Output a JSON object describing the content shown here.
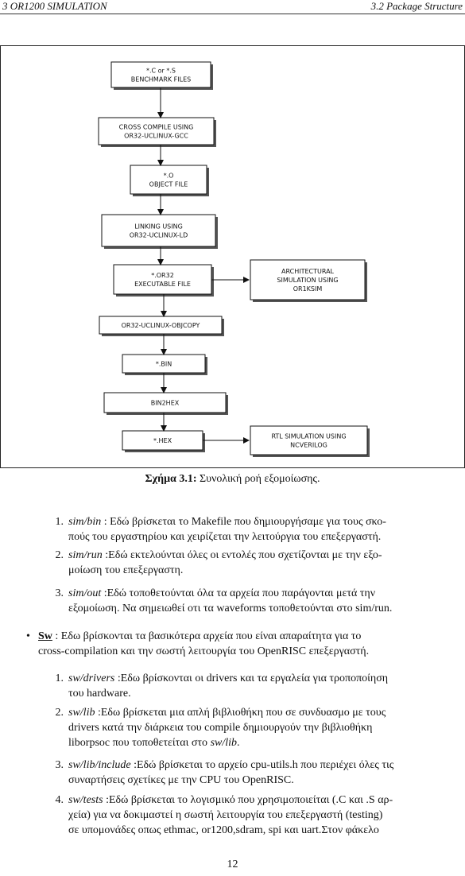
{
  "header": {
    "left": "3    OR1200 SIMULATION",
    "right": "3.2    Package Structure"
  },
  "figure": {
    "boxes": [
      {
        "id": "bench",
        "lines": [
          "*.C or *.S",
          "BENCHMARK FILES"
        ]
      },
      {
        "id": "cross",
        "lines": [
          "CROSS COMPILE USING",
          "OR32-UCLINUX-GCC"
        ]
      },
      {
        "id": "obj",
        "lines": [
          "*.O",
          "OBJECT FILE"
        ]
      },
      {
        "id": "link",
        "lines": [
          "LINKING USING",
          "OR32-UCLINUX-LD"
        ]
      },
      {
        "id": "exe",
        "lines": [
          "*.OR32",
          "EXECUTABLE FILE"
        ]
      },
      {
        "id": "arch",
        "lines": [
          "ARCHITECTURAL",
          "SIMULATION USING",
          "OR1KSIM"
        ]
      },
      {
        "id": "objcopy",
        "lines": [
          "OR32-UCLINUX-OBJCOPY"
        ]
      },
      {
        "id": "bin",
        "lines": [
          "*.BIN"
        ]
      },
      {
        "id": "bin2hex",
        "lines": [
          "BIN2HEX"
        ]
      },
      {
        "id": "hex",
        "lines": [
          "*.HEX"
        ]
      },
      {
        "id": "rtl",
        "lines": [
          "RTL SIMULATION USING",
          "NCVERILOG"
        ]
      }
    ]
  },
  "caption": {
    "label": "Σχήμα 3.1:",
    "text": " Συνολική ροή εξομοίωσης."
  },
  "list1": [
    {
      "num": "1.",
      "path": "sim/bin",
      "lines": [
        " : Εδώ βρίσκεται το Makefile που δημιουργήσαμε για τους σκο-",
        "πούς του εργαστηρίου και χειρίζεται την λειτούργια του επεξεργαστή."
      ]
    },
    {
      "num": "2.",
      "path": "sim/run",
      "lines": [
        " :Εδώ εκτελούνται όλες οι εντολές που σχετίζονται με την εξο-",
        "μοίωση του επεξεργαστη."
      ]
    },
    {
      "num": "3.",
      "path": "sim/out",
      "lines": [
        " :Εδώ τοποθετούνται όλα τα αρχεία που παράγονται μετά την",
        "εξομοίωση. Να σημειωθεί οτι τα waveforms τοποθετούνται στο sim/run."
      ]
    }
  ],
  "bullet": {
    "symbol": "•",
    "label": "Sw",
    "lines": [
      " : Εδω βρίσκονται τα βασικότερα αρχεία που είναι απαραίτητα για το",
      "cross-compilation και την σωστή λειτουργία του OpenRISC επεξεργαστή."
    ]
  },
  "list2": [
    {
      "num": "1.",
      "path": "sw/drivers",
      "lines": [
        " :Εδω βρίσκονται οι drivers και τα εργαλεία για τροποποίηση",
        "του hardware."
      ]
    },
    {
      "num": "2.",
      "path": "sw/lib",
      "lines": [
        " :Εδω βρίσκεται μια απλή βιβλιοθήκη που σε συνδυασμο με τους",
        "drivers κατά την διάρκεια του compile δημιουργούν την βιβλιοθήκη",
        "liborpsoc που τοποθετείται στο "
      ],
      "tail_italic": "sw/lib",
      "tail": "."
    },
    {
      "num": "3.",
      "path": "sw/lib/include",
      "lines": [
        " :Εδώ βρίσκεται το αρχείο cpu-utils.h που περιέχει όλες τις",
        "συναρτήσεις σχετίκες με την CPU του OpenRISC."
      ]
    },
    {
      "num": "4.",
      "path": "sw/tests",
      "lines": [
        " :Εδώ βρίσκεται το λογισμικό που χρησιμοποιείται (.C και .S αρ-",
        "χεία) για να δοκιμαστεί η σωστή λειτουργία του επεξεργαστή (testing)",
        "σε υπομονάδες οπως ethmac, or1200,sdram, spi και uart.Στον φάκελο"
      ]
    }
  ],
  "page_number": "12"
}
